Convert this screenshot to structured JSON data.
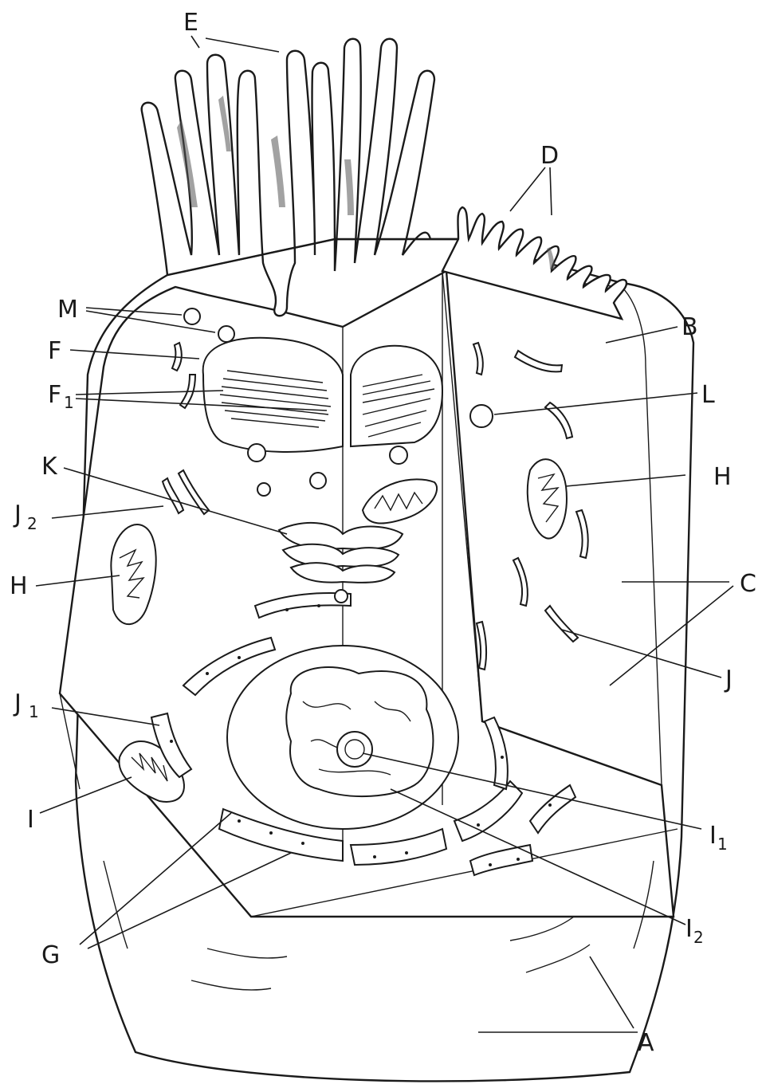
{
  "labels": {
    "A": "A",
    "B": "B",
    "C": "C",
    "D": "D",
    "E": "E",
    "F": "F",
    "F1": {
      "main": "F",
      "sub": "1"
    },
    "G": "G",
    "H_left": "H",
    "H_right": "H",
    "I": "I",
    "I1": {
      "main": "I",
      "sub": "1"
    },
    "I2": {
      "main": "I",
      "sub": "2"
    },
    "J": "J",
    "J1": {
      "main": "J",
      "sub": "1"
    },
    "J2": {
      "main": "J",
      "sub": "2"
    },
    "K": "K",
    "L": "L",
    "M": "M"
  },
  "colors": {
    "ink": "#1a1a1a",
    "background": "#ffffff"
  }
}
